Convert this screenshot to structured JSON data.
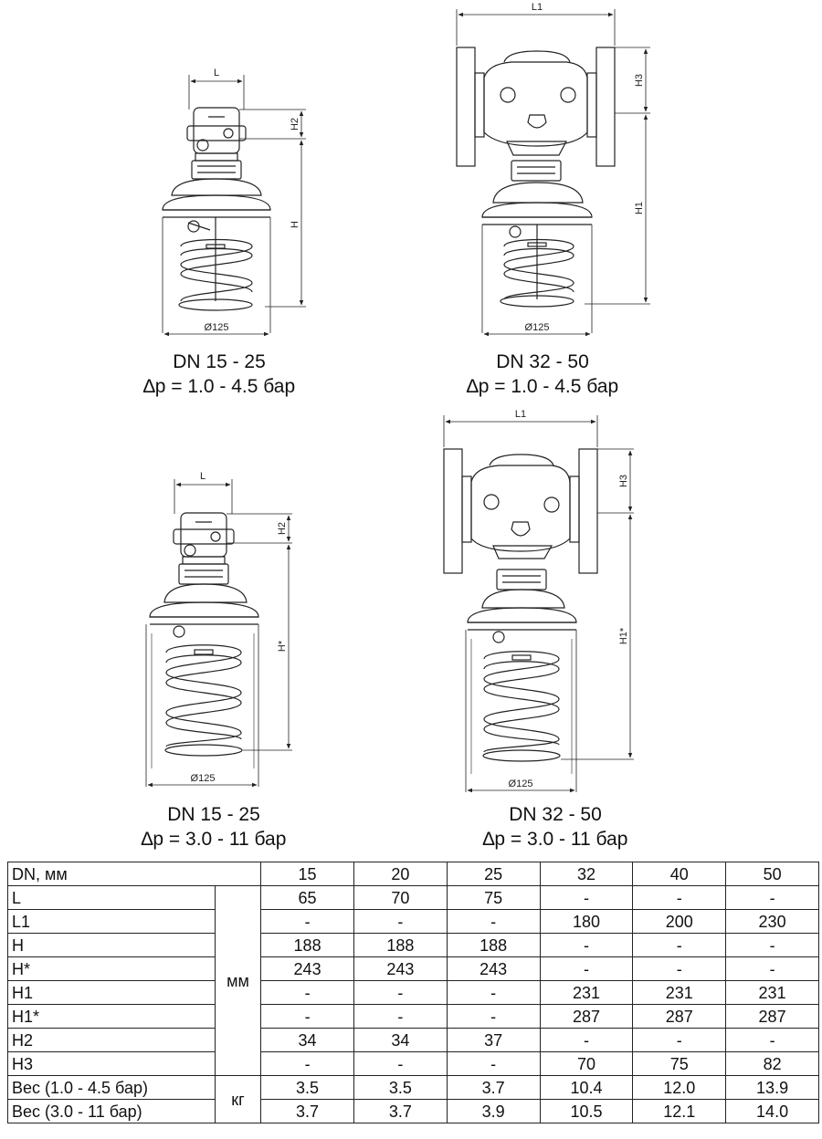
{
  "drawings": [
    {
      "id": "top-left",
      "dim_labels": {
        "width": "L",
        "upper": "H2",
        "total": "H",
        "diameter": "Ø125"
      },
      "caption_line1": "DN  15 - 25",
      "caption_line2": "∆p = 1.0 - 4.5 бар"
    },
    {
      "id": "top-right",
      "dim_labels": {
        "width": "L1",
        "upper": "H3",
        "total": "H1",
        "diameter": "Ø125"
      },
      "caption_line1": "DN  32 - 50",
      "caption_line2": "∆p = 1.0 - 4.5 бар"
    },
    {
      "id": "bottom-left",
      "dim_labels": {
        "width": "L",
        "upper": "H2",
        "total": "H*",
        "diameter": "Ø125"
      },
      "caption_line1": "DN  15 - 25",
      "caption_line2": "∆p = 3.0 - 11 бар"
    },
    {
      "id": "bottom-right",
      "dim_labels": {
        "width": "L1",
        "upper": "H3",
        "total": "H1*",
        "diameter": "Ø125"
      },
      "caption_line1": "DN  32 - 50",
      "caption_line2": "∆p = 3.0 - 11 бар"
    }
  ],
  "table": {
    "header_label": "DN, мм",
    "dn_values": [
      "15",
      "20",
      "25",
      "32",
      "40",
      "50"
    ],
    "unit_mm": "мм",
    "unit_kg": "кг",
    "rows": [
      {
        "label": "L",
        "values": [
          "65",
          "70",
          "75",
          "-",
          "-",
          "-"
        ]
      },
      {
        "label": "L1",
        "values": [
          "-",
          "-",
          "-",
          "180",
          "200",
          "230"
        ]
      },
      {
        "label": "H",
        "values": [
          "188",
          "188",
          "188",
          "-",
          "-",
          "-"
        ]
      },
      {
        "label": "H*",
        "values": [
          "243",
          "243",
          "243",
          "-",
          "-",
          "-"
        ]
      },
      {
        "label": "H1",
        "values": [
          "-",
          "-",
          "-",
          "231",
          "231",
          "231"
        ]
      },
      {
        "label": "H1*",
        "values": [
          "-",
          "-",
          "-",
          "287",
          "287",
          "287"
        ]
      },
      {
        "label": "H2",
        "values": [
          "34",
          "34",
          "37",
          "-",
          "-",
          "-"
        ]
      },
      {
        "label": "H3",
        "values": [
          "-",
          "-",
          "-",
          "70",
          "75",
          "82"
        ]
      }
    ],
    "weight_rows": [
      {
        "label": "Вес (1.0 - 4.5 бар)",
        "values": [
          "3.5",
          "3.5",
          "3.7",
          "10.4",
          "12.0",
          "13.9"
        ]
      },
      {
        "label": "Вес (3.0 - 11 бар)",
        "values": [
          "3.7",
          "3.7",
          "3.9",
          "10.5",
          "12.1",
          "14.0"
        ]
      }
    ]
  }
}
